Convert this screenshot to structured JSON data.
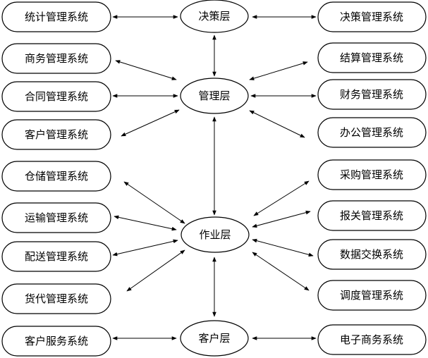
{
  "layers": {
    "decision": "决策层",
    "management": "管理层",
    "operation": "作业层",
    "customer": "客户层"
  },
  "systems": {
    "stats": "统计管理系统",
    "decision_mgmt": "决策管理系统",
    "business": "商务管理系统",
    "settlement": "结算管理系统",
    "contract": "合同管理系统",
    "finance": "财务管理系统",
    "client": "客户管理系统",
    "office": "办公管理系统",
    "warehouse": "仓储管理系统",
    "purchase": "采购管理系统",
    "transport": "运输管理系统",
    "customs": "报关管理系统",
    "delivery": "配送管理系统",
    "data_exchange": "数据交换系统",
    "forwarding": "货代管理系统",
    "dispatch": "调度管理系统",
    "customer_service": "客户服务系统",
    "ecommerce": "电子商务系统"
  }
}
